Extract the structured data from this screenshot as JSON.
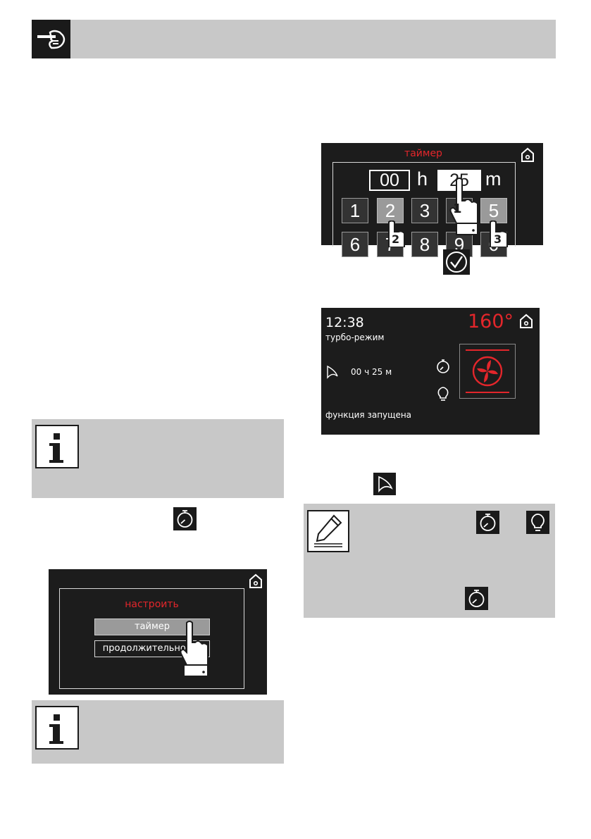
{
  "header": {
    "icon": "pointing-hand-icon"
  },
  "colors": {
    "screen_bg": "#1c1c1c",
    "accent_red": "#e3262b",
    "gray_panel": "#c8c8c8"
  },
  "timer_screen": {
    "title": "таймер",
    "hours": "00",
    "hours_unit": "h",
    "minutes": "25",
    "minutes_unit": "m",
    "keys_row1": [
      "1",
      "2",
      "3",
      "4",
      "5"
    ],
    "keys_row2": [
      "6",
      "7",
      "8",
      "9",
      "0"
    ],
    "finger_steps": [
      "1",
      "2",
      "3"
    ]
  },
  "status_screen": {
    "time": "12:38",
    "mode": "турбо-режим",
    "temperature": "160°",
    "timer_value": "00 ч 25 м",
    "status": "функция запущена"
  },
  "setup_screen": {
    "title": "настроить",
    "option_timer": "таймер",
    "option_duration": "продолжительность"
  }
}
